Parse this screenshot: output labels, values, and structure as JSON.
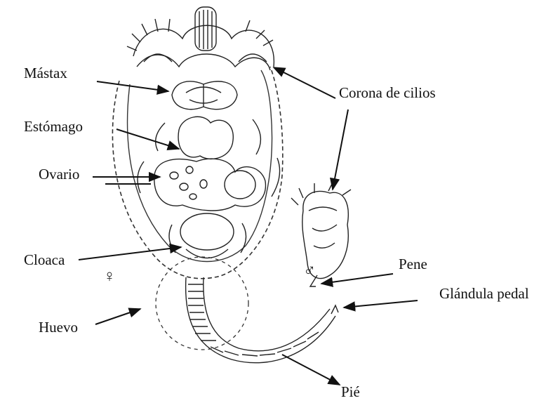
{
  "diagram": {
    "labels": {
      "mastax": "Mástax",
      "estomago": "Estómago",
      "ovario": "Ovario",
      "cloaca": "Cloaca",
      "huevo": "Huevo",
      "corona": "Corona de cilios",
      "pene": "Pene",
      "glandula": "Glándula pedal",
      "pie": "Pié"
    },
    "symbols": {
      "female": "♀",
      "male": "♂"
    }
  }
}
